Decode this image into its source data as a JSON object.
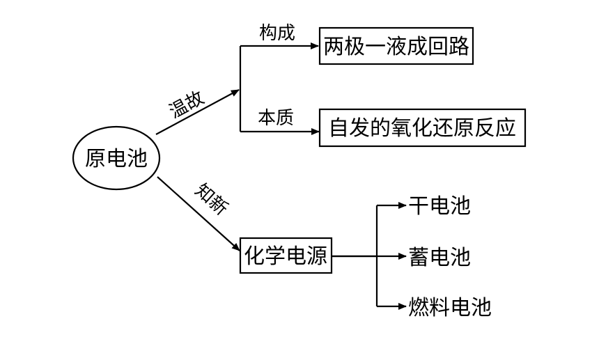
{
  "root": {
    "label": "原电池"
  },
  "review": {
    "label": "温故",
    "branches": [
      {
        "edge_label": "构成",
        "box_label": "两极一液成回路"
      },
      {
        "edge_label": "本质",
        "box_label": "自发的氧化还原反应"
      }
    ]
  },
  "learn": {
    "label": "知新",
    "node_label": "化学电源",
    "items": [
      {
        "label": "干电池"
      },
      {
        "label": "蓄电池"
      },
      {
        "label": "燃料电池"
      }
    ]
  },
  "colors": {
    "stroke": "#000000",
    "background": "#ffffff",
    "text": "#000000"
  }
}
